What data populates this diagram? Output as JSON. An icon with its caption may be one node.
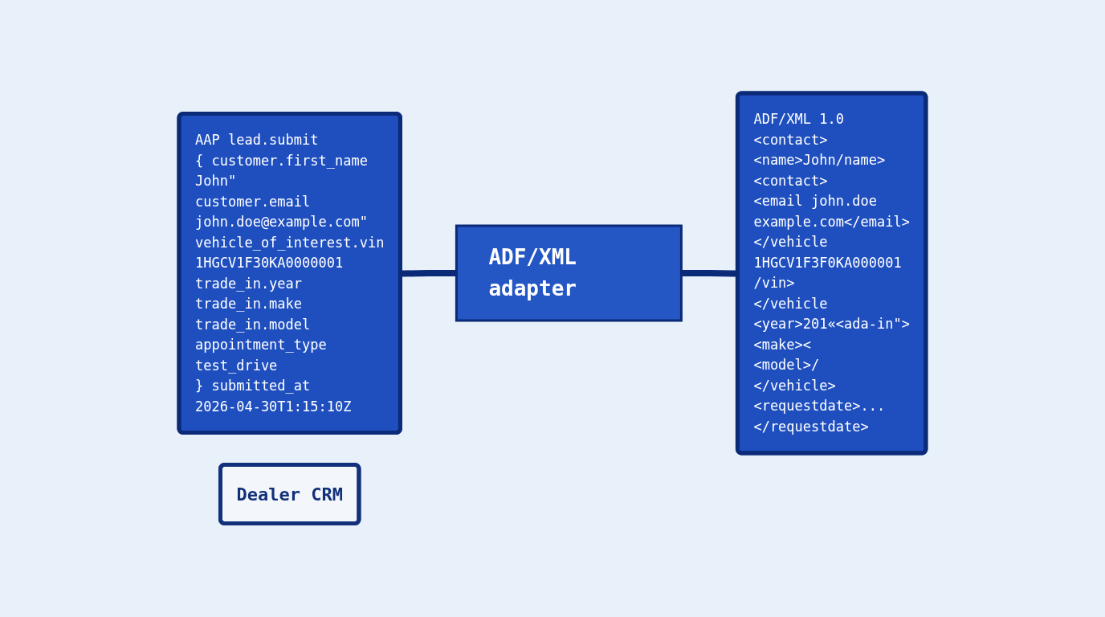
{
  "diagram": {
    "nodes": [
      {
        "text": [
          "AAP lead.submit",
          "{ customer.first_name",
          "John\"",
          "customer.email",
          "john.doe@example.com\"",
          "vehicle_of_interest.vin",
          "1HGCV1F30KA0000001",
          "trade_in.year",
          "trade_in.make",
          "trade_in.model",
          "appointment_type",
          "test_drive",
          "} submitted_at",
          "2026-04-30T1:15:10Z"
        ]
      },
      {
        "text": [
          "ADF/XML adapter"
        ]
      },
      {
        "text": [
          "ADF/XML 1.0",
          "<contact>",
          "<name>John/name>",
          "<contact>",
          "<email john.doe",
          "example.com</email>",
          "</vehicle",
          "1HGCV1F3F0KA000001",
          "/vin>",
          "</vehicle",
          "<year>201«<ada-in\">",
          "<make><",
          "<model>/",
          "</vehicle>",
          "<requestdate>...",
          "</requestdate>"
        ]
      },
      {
        "text": [
          "Dealer CRM"
        ]
      }
    ],
    "edges": [
      {
        "from": 0,
        "to": 1,
        "arrow": "none"
      },
      {
        "from": 1,
        "to": 2,
        "arrow": "none"
      }
    ]
  }
}
